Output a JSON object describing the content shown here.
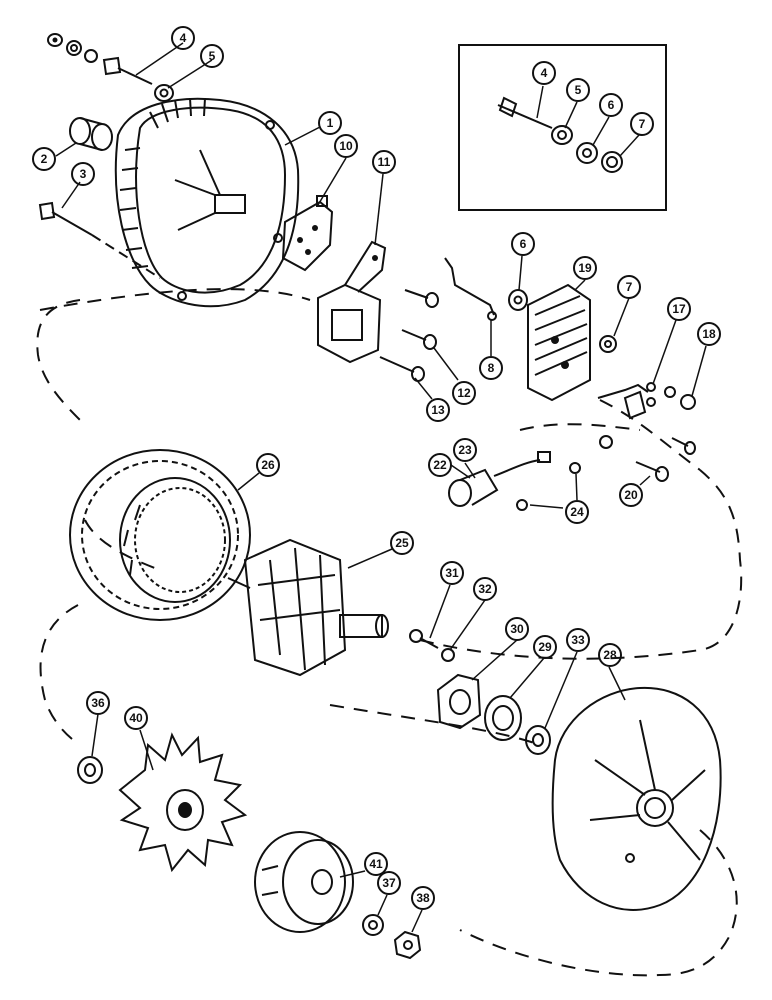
{
  "callouts": [
    {
      "id": "c1",
      "label": "1"
    },
    {
      "id": "c2",
      "label": "2"
    },
    {
      "id": "c3",
      "label": "3"
    },
    {
      "id": "c4",
      "label": "4"
    },
    {
      "id": "c5",
      "label": "5"
    },
    {
      "id": "c4b",
      "label": "4"
    },
    {
      "id": "c5b",
      "label": "5"
    },
    {
      "id": "c6b",
      "label": "6"
    },
    {
      "id": "c7b",
      "label": "7"
    },
    {
      "id": "c6",
      "label": "6"
    },
    {
      "id": "c7",
      "label": "7"
    },
    {
      "id": "c8",
      "label": "8"
    },
    {
      "id": "c10",
      "label": "10"
    },
    {
      "id": "c11",
      "label": "11"
    },
    {
      "id": "c12",
      "label": "12"
    },
    {
      "id": "c13",
      "label": "13"
    },
    {
      "id": "c17",
      "label": "17"
    },
    {
      "id": "c18",
      "label": "18"
    },
    {
      "id": "c19",
      "label": "19"
    },
    {
      "id": "c20",
      "label": "20"
    },
    {
      "id": "c22",
      "label": "22"
    },
    {
      "id": "c23",
      "label": "23"
    },
    {
      "id": "c24",
      "label": "24"
    },
    {
      "id": "c25",
      "label": "25"
    },
    {
      "id": "c26",
      "label": "26"
    },
    {
      "id": "c28",
      "label": "28"
    },
    {
      "id": "c29",
      "label": "29"
    },
    {
      "id": "c30",
      "label": "30"
    },
    {
      "id": "c31",
      "label": "31"
    },
    {
      "id": "c32",
      "label": "32"
    },
    {
      "id": "c33",
      "label": "33"
    },
    {
      "id": "c36",
      "label": "36"
    },
    {
      "id": "c37",
      "label": "37"
    },
    {
      "id": "c38",
      "label": "38"
    },
    {
      "id": "c40",
      "label": "40"
    },
    {
      "id": "c41",
      "label": "41"
    }
  ]
}
